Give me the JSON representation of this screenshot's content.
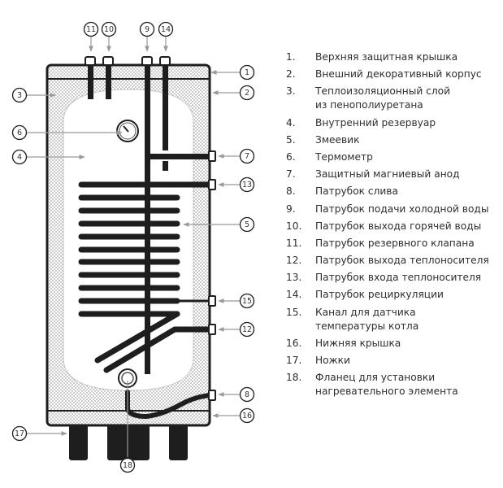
{
  "title": "Устройство бойлера косвенного нагрева",
  "colors": {
    "outline": "#1e1e1e",
    "insulation_dot": "#8a8a8a",
    "callout_line": "#9a9a9a",
    "text": "#2e2e2e"
  },
  "legend": [
    {
      "num": "1.",
      "text": "Верхняя защитная крышка"
    },
    {
      "num": "2.",
      "text": "Внешний декоративный корпус"
    },
    {
      "num": "3.",
      "text": "Теплоизоляционный слой\nиз пенополиуретана"
    },
    {
      "num": "4.",
      "text": "Внутренний резервуар"
    },
    {
      "num": "5.",
      "text": "Змеевик"
    },
    {
      "num": "6.",
      "text": "Термометр"
    },
    {
      "num": "7.",
      "text": "Защитный магниевый анод"
    },
    {
      "num": "8.",
      "text": "Патрубок слива"
    },
    {
      "num": "9.",
      "text": "Патрубок подачи холодной воды"
    },
    {
      "num": "10.",
      "text": "Патрубок выхода горячей воды"
    },
    {
      "num": "11.",
      "text": "Патрубок резервного клапана"
    },
    {
      "num": "12.",
      "text": "Патрубок выхода теплоносителя"
    },
    {
      "num": "13.",
      "text": "Патрубок входа теплоносителя"
    },
    {
      "num": "14.",
      "text": "Патрубок рециркуляции"
    },
    {
      "num": "15.",
      "text": "Канал для датчика\nтемпературы котла"
    },
    {
      "num": "16.",
      "text": "Нижняя крышка"
    },
    {
      "num": "17.",
      "text": "Ножки"
    },
    {
      "num": "18.",
      "text": "Фланец для установки\nнагревательного элемента"
    }
  ],
  "callouts": {
    "c1": "1",
    "c2": "2",
    "c3": "3",
    "c4": "4",
    "c5": "5",
    "c6": "6",
    "c7": "7",
    "c8": "8",
    "c9": "9",
    "c10": "10",
    "c11": "11",
    "c12": "12",
    "c13": "13",
    "c14": "14",
    "c15": "15",
    "c16": "16",
    "c17": "17",
    "c18": "18"
  }
}
